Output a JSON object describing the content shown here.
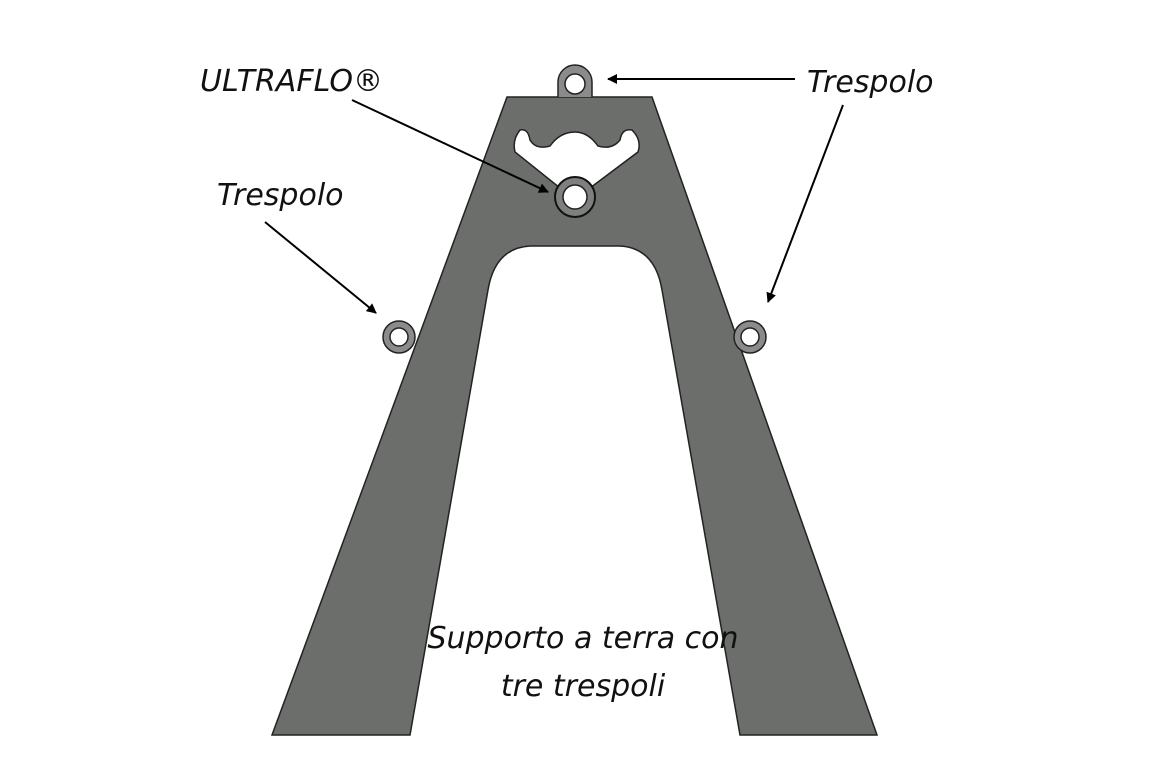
{
  "labels": {
    "ultraflo": "ULTRAFLO®",
    "trespolo_top": "Trespolo",
    "trespolo_left": "Trespolo"
  },
  "caption": {
    "line1": "Supporto a terra con",
    "line2": "tre trespoli"
  },
  "colors": {
    "frame": "#6b6e6b",
    "outline": "#222222",
    "arrow": "#000000"
  }
}
